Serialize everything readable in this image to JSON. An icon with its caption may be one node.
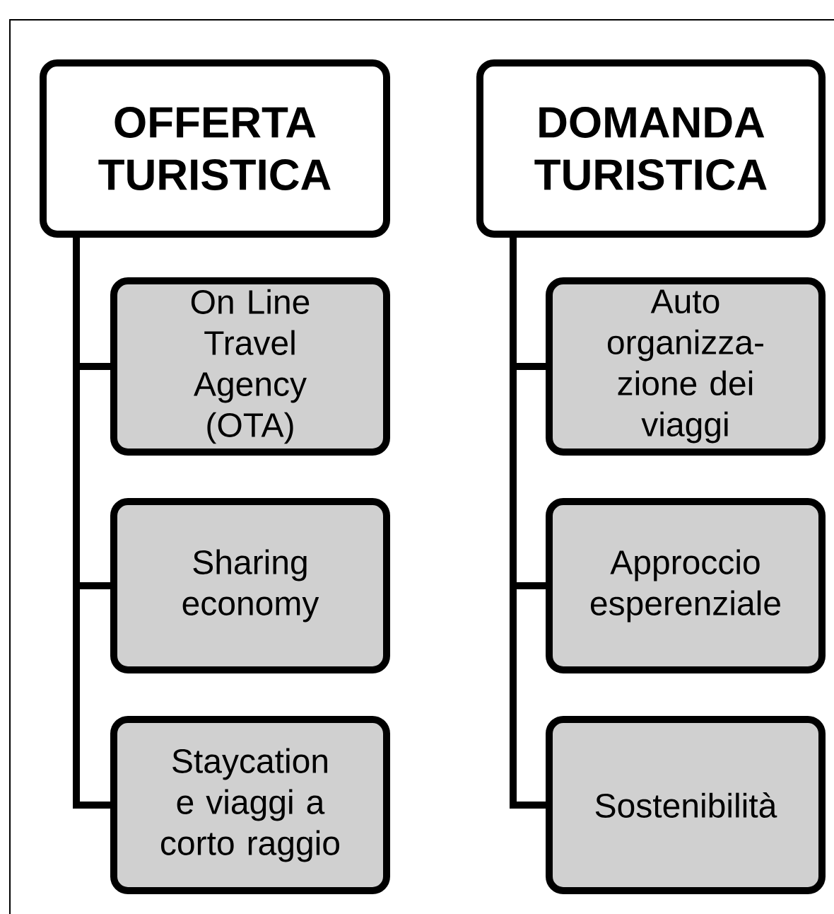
{
  "diagram": {
    "nodes": [
      {
        "text": [
          "OFFERTA TURISTICA"
        ]
      },
      {
        "text": [
          "On Line Travel Agency (OTA)"
        ]
      },
      {
        "text": [
          "Sharing economy"
        ]
      },
      {
        "text": [
          "Staycation e viaggi a corto raggio"
        ]
      },
      {
        "text": [
          "DOMANDA TURISTICA"
        ]
      },
      {
        "text": [
          "Auto organizza- zione dei viaggi"
        ]
      },
      {
        "text": [
          "Approccio esperenziale"
        ]
      },
      {
        "text": [
          "Sostenibilità"
        ]
      }
    ],
    "edges": [
      {
        "from": 0,
        "to": 1,
        "arrow": "none"
      },
      {
        "from": 0,
        "to": 2,
        "arrow": "none"
      },
      {
        "from": 0,
        "to": 3,
        "arrow": "none"
      },
      {
        "from": 4,
        "to": 5,
        "arrow": "none"
      },
      {
        "from": 4,
        "to": 6,
        "arrow": "none"
      },
      {
        "from": 4,
        "to": 7,
        "arrow": "none"
      }
    ]
  }
}
